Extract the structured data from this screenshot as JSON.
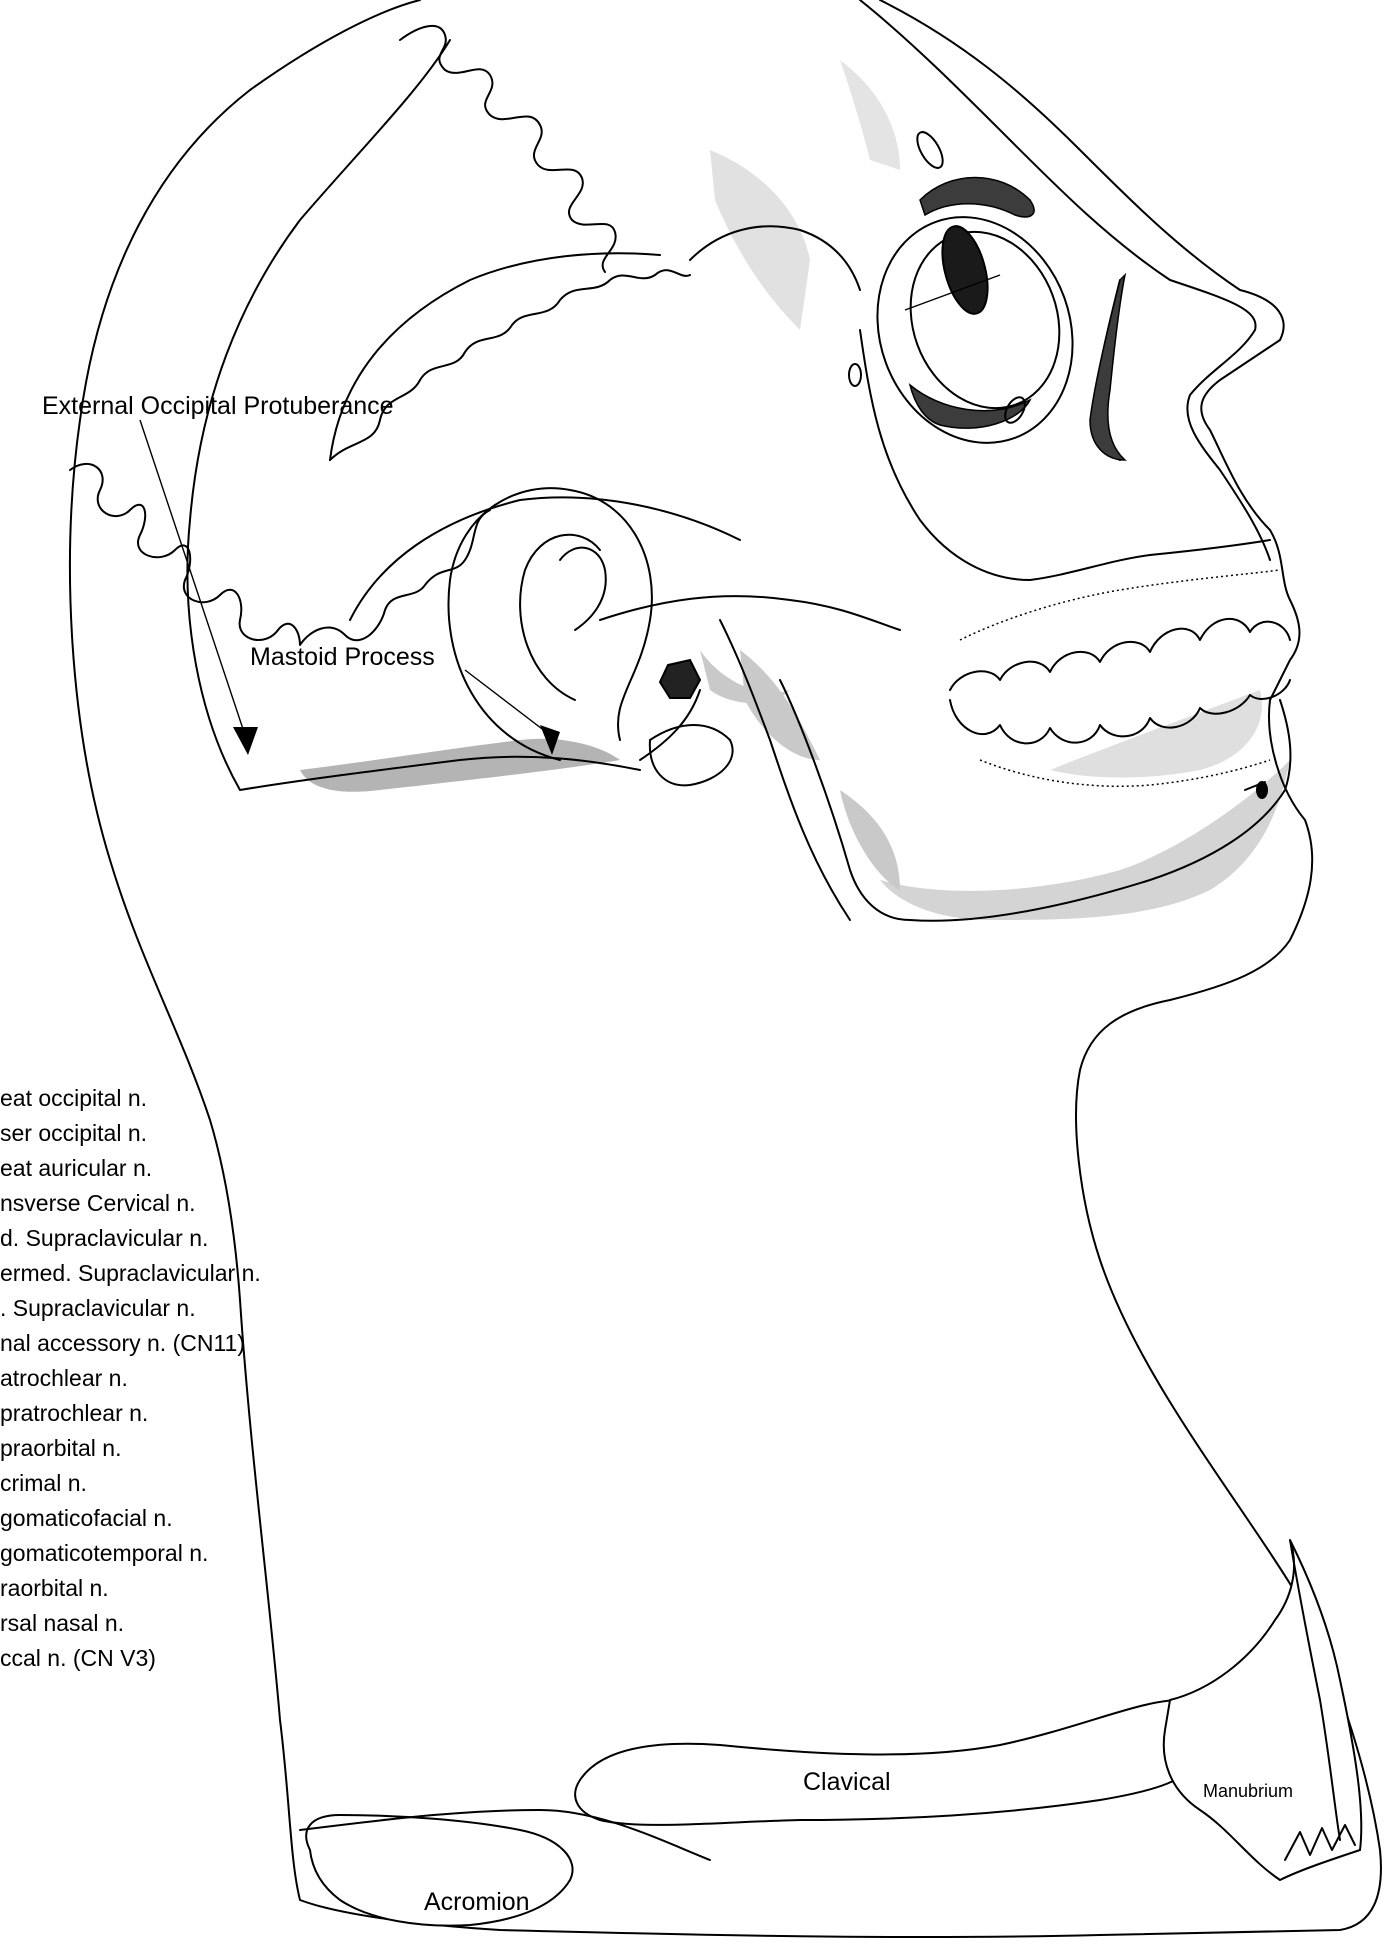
{
  "landmarks": {
    "occipital": "External Occipital Protuberance",
    "mastoid": "Mastoid Process",
    "clavical": "Clavical",
    "manubrium": "Manubrium",
    "acromion": "Acromion"
  },
  "nerve_list": [
    "eat occipital n.",
    "ser occipital n.",
    "eat auricular n.",
    "nsverse Cervical n.",
    "d. Supraclavicular n.",
    "ermed. Supraclavicular n.",
    ". Supraclavicular n.",
    "nal accessory n. (CN11)",
    "atrochlear n.",
    "pratrochlear n.",
    "praorbital n.",
    "crimal n.",
    "gomaticofacial n.",
    "gomaticotemporal n.",
    "raorbital n.",
    "rsal nasal n.",
    "ccal n. (CN V3)"
  ],
  "colors": {
    "ink": "#000000",
    "shade": "#c9c9c9",
    "dark": "#3c3c3c"
  }
}
